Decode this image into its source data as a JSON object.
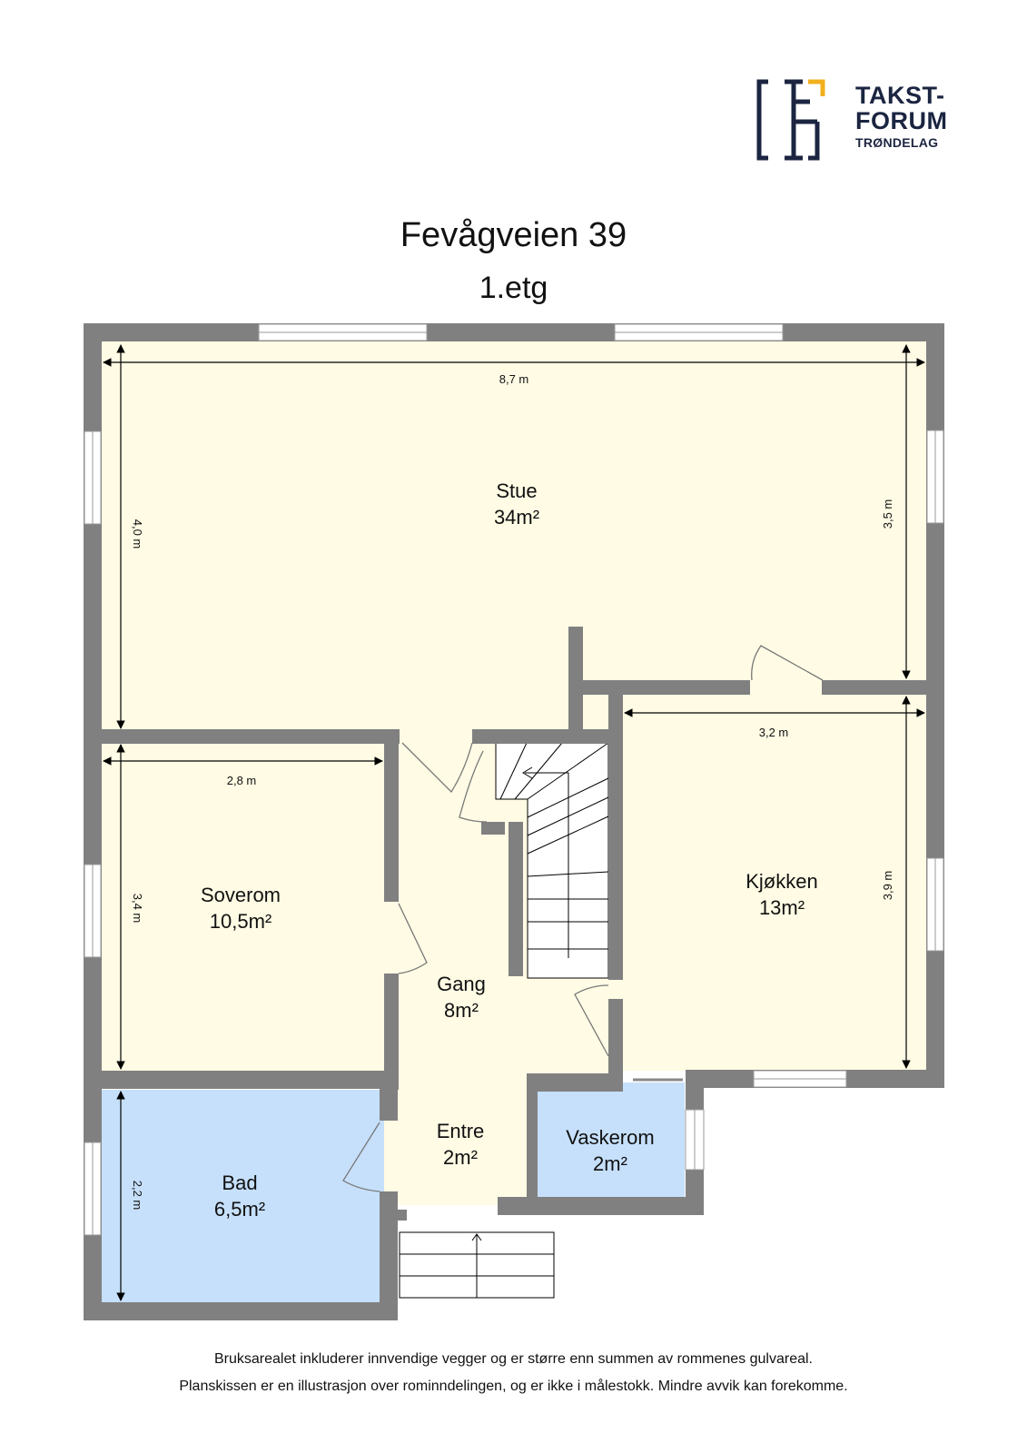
{
  "logo": {
    "line1": "TAKST-",
    "line2": "FORUM",
    "line3": "TRØNDELAG",
    "colors": {
      "navy": "#1b2541",
      "accent": "#f2b01e"
    }
  },
  "header": {
    "title": "Fevågveien 39",
    "floor": "1.etg"
  },
  "colors": {
    "wall": "#808080",
    "dry_floor": "#fffbe4",
    "wet_floor": "#c6e0fb",
    "window": "#ffffff"
  },
  "rooms": {
    "stue": {
      "name": "Stue",
      "area": "34m²"
    },
    "soverom": {
      "name": "Soverom",
      "area": "10,5m²"
    },
    "kjokken": {
      "name": "Kjøkken",
      "area": "13m²"
    },
    "gang": {
      "name": "Gang",
      "area": "8m²"
    },
    "entre": {
      "name": "Entre",
      "area": "2m²"
    },
    "bad": {
      "name": "Bad",
      "area": "6,5m²"
    },
    "vaskerom": {
      "name": "Vaskerom",
      "area": "2m²"
    }
  },
  "dimensions": {
    "stue_width": "8,7 m",
    "stue_height_left": "4,0 m",
    "stue_height_right": "3,5 m",
    "kjokken_width": "3,2 m",
    "kjokken_height": "3,9 m",
    "soverom_width": "2,8 m",
    "soverom_height": "3,4 m",
    "bad_height": "2,2 m"
  },
  "footer": {
    "line1": "Bruksarealet inkluderer innvendige vegger og er større enn summen av rommenes gulvareal.",
    "line2": "Planskissen er en illustrasjon over rominndelingen, og er ikke i målestokk. Mindre avvik kan forekomme."
  }
}
